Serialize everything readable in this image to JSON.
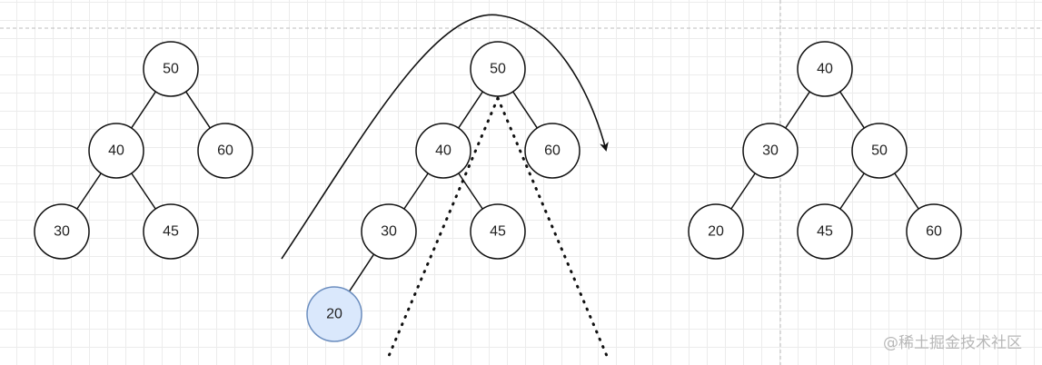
{
  "trees": [
    {
      "name": "original",
      "nodes": [
        {
          "id": "a50",
          "label": "50"
        },
        {
          "id": "a40",
          "label": "40"
        },
        {
          "id": "a60",
          "label": "60"
        },
        {
          "id": "a30",
          "label": "30"
        },
        {
          "id": "a45",
          "label": "45"
        }
      ],
      "edges": [
        [
          "a50",
          "a40"
        ],
        [
          "a50",
          "a60"
        ],
        [
          "a40",
          "a30"
        ],
        [
          "a40",
          "a45"
        ]
      ]
    },
    {
      "name": "after-insert",
      "nodes": [
        {
          "id": "b50",
          "label": "50"
        },
        {
          "id": "b40",
          "label": "40"
        },
        {
          "id": "b60",
          "label": "60"
        },
        {
          "id": "b30",
          "label": "30"
        },
        {
          "id": "b45",
          "label": "45"
        },
        {
          "id": "b20",
          "label": "20",
          "highlight": true
        }
      ],
      "edges": [
        [
          "b50",
          "b40"
        ],
        [
          "b50",
          "b60"
        ],
        [
          "b40",
          "b30"
        ],
        [
          "b40",
          "b45"
        ],
        [
          "b30",
          "b20"
        ]
      ]
    },
    {
      "name": "after-right-rotation",
      "nodes": [
        {
          "id": "c40",
          "label": "40"
        },
        {
          "id": "c30",
          "label": "30"
        },
        {
          "id": "c50",
          "label": "50"
        },
        {
          "id": "c20",
          "label": "20"
        },
        {
          "id": "c45",
          "label": "45"
        },
        {
          "id": "c60",
          "label": "60"
        }
      ],
      "edges": [
        [
          "c40",
          "c30"
        ],
        [
          "c40",
          "c50"
        ],
        [
          "c30",
          "c20"
        ],
        [
          "c50",
          "c45"
        ],
        [
          "c50",
          "c60"
        ]
      ]
    }
  ],
  "colors": {
    "node_fill": "#ffffff",
    "node_stroke": "#111111",
    "highlight_fill": "#dae8fc",
    "highlight_stroke": "#6c8ebf",
    "line": "#111111"
  },
  "watermark": "@稀土掘金技术社区"
}
